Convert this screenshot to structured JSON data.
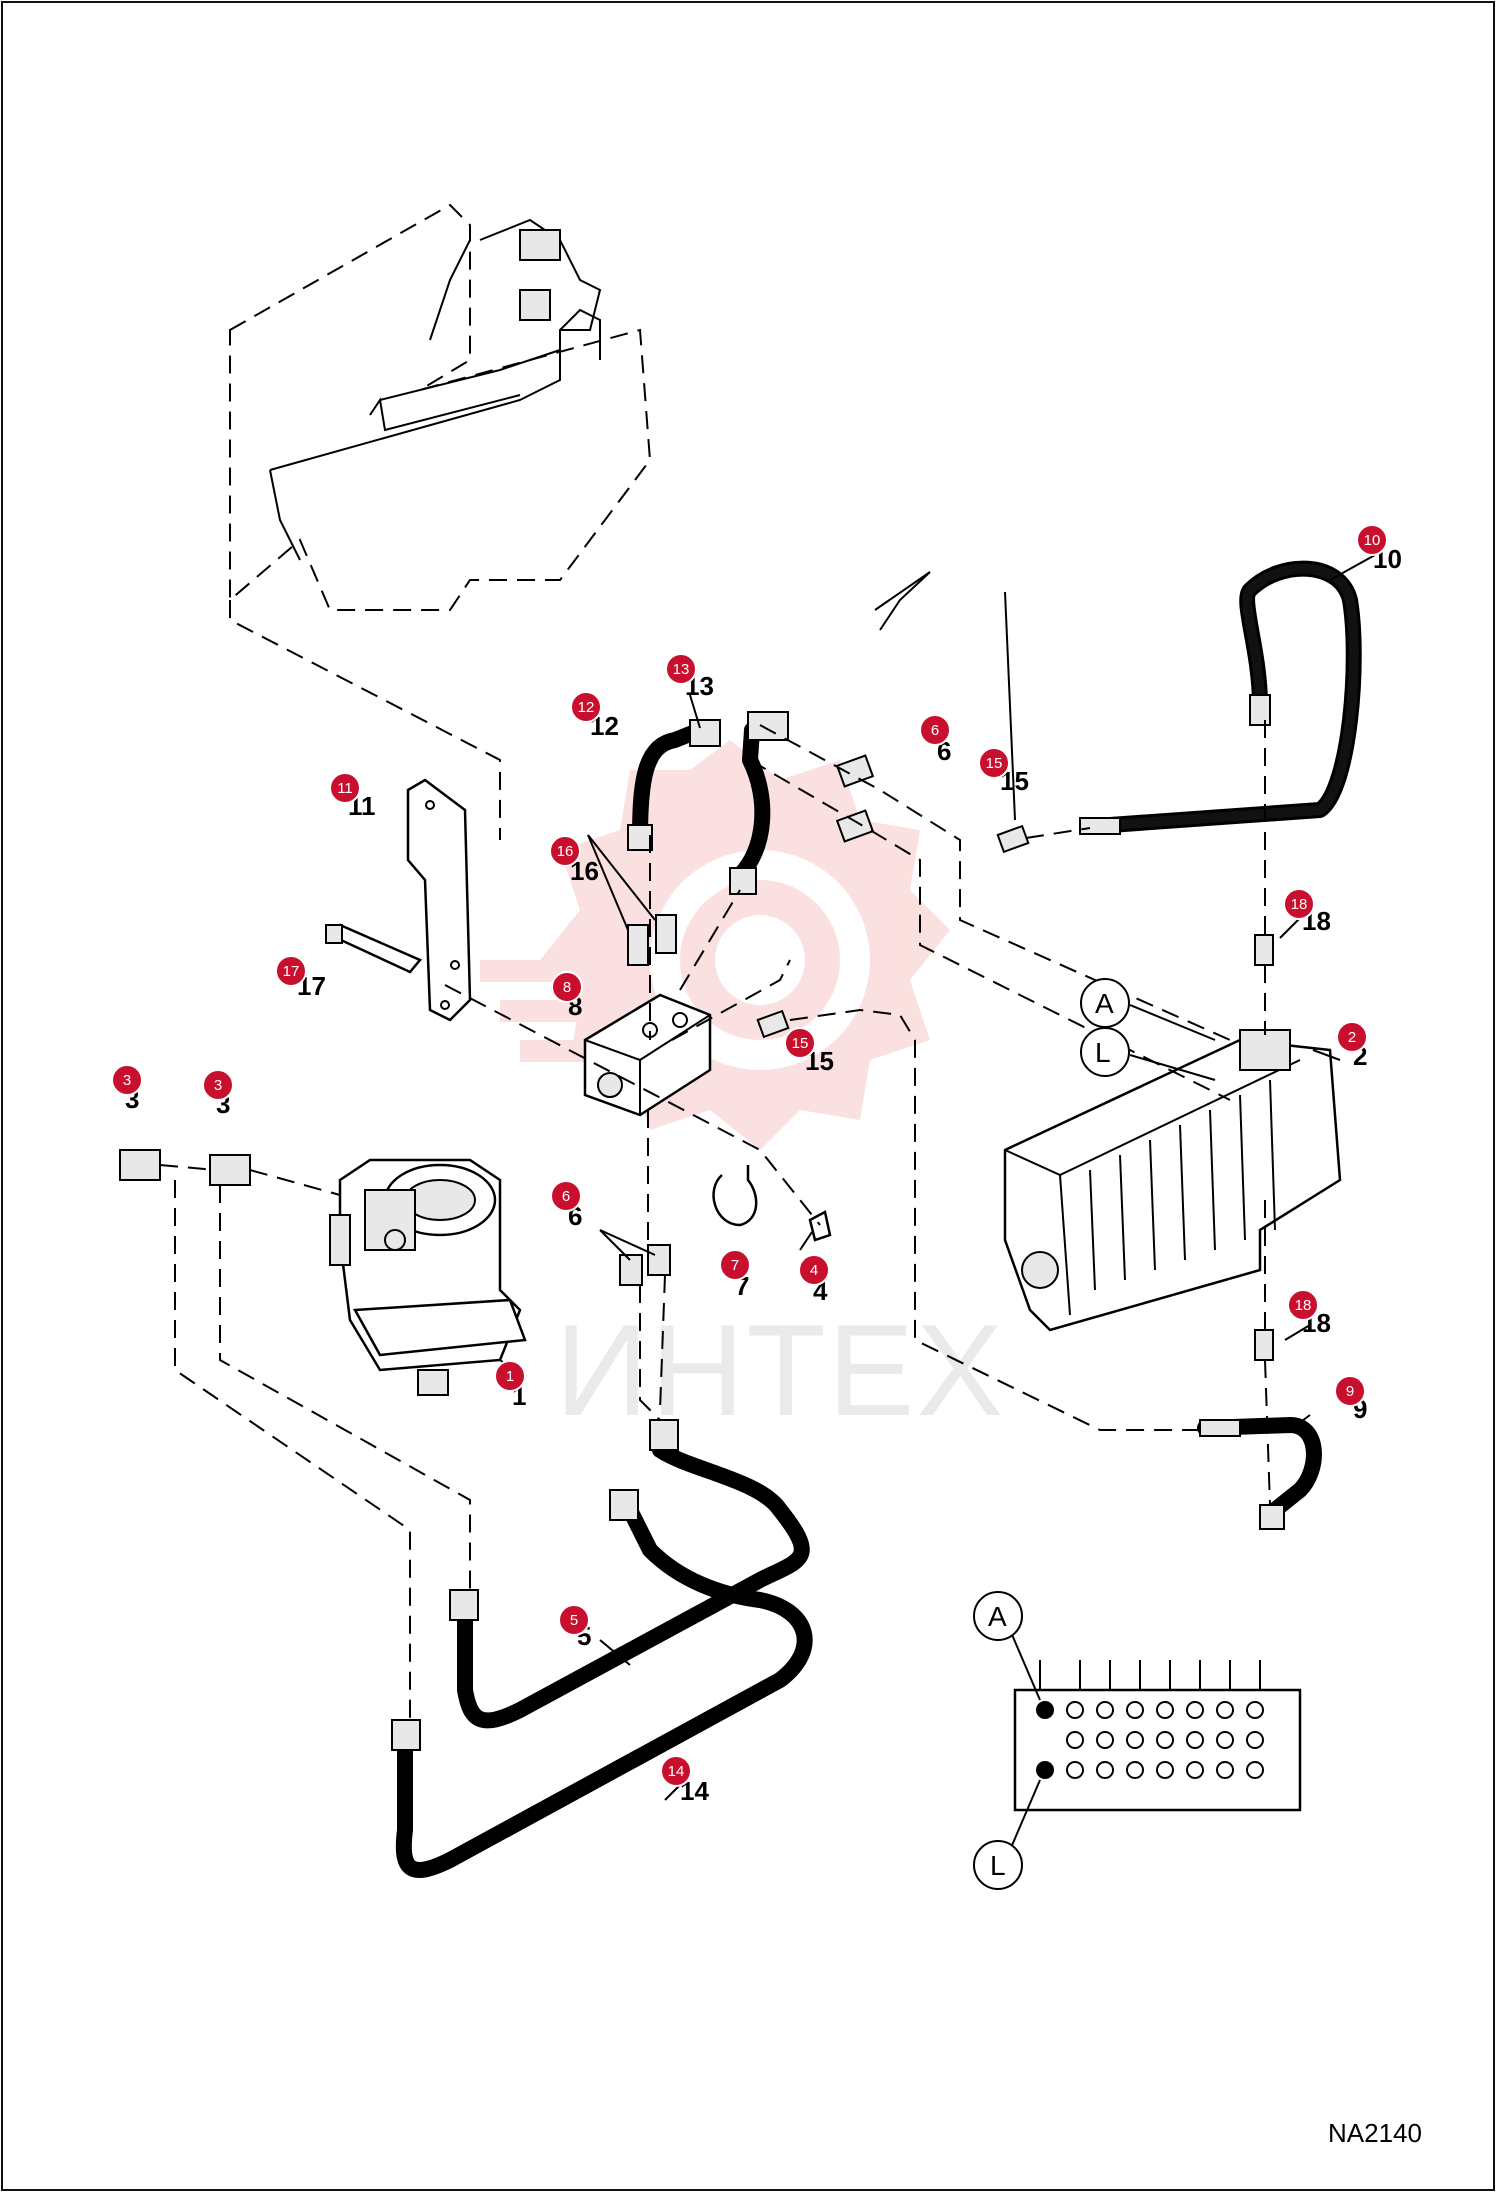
{
  "drawing_code": "NA2140",
  "watermark": {
    "text": "ИНТЕХ",
    "color": "#f4b7b7"
  },
  "colors": {
    "badge": "#c8102e",
    "line": "#000000",
    "background": "#ffffff"
  },
  "ports": [
    {
      "id": "port-a-main",
      "label": "A"
    },
    {
      "id": "port-l-main",
      "label": "L"
    },
    {
      "id": "port-a-inset",
      "label": "A"
    },
    {
      "id": "port-l-inset",
      "label": "L"
    }
  ],
  "callouts": [
    {
      "id": "c1",
      "badge": "1",
      "label": "1"
    },
    {
      "id": "c2",
      "badge": "2",
      "label": "2"
    },
    {
      "id": "c3a",
      "badge": "3",
      "label": "3"
    },
    {
      "id": "c3b",
      "badge": "3",
      "label": "3"
    },
    {
      "id": "c4",
      "badge": "4",
      "label": "4"
    },
    {
      "id": "c5",
      "badge": "5",
      "label": "5"
    },
    {
      "id": "c6a",
      "badge": "6",
      "label": "6"
    },
    {
      "id": "c6b",
      "badge": "6",
      "label": "6"
    },
    {
      "id": "c7",
      "badge": "7",
      "label": "7"
    },
    {
      "id": "c8",
      "badge": "8",
      "label": "8"
    },
    {
      "id": "c9",
      "badge": "9",
      "label": "9"
    },
    {
      "id": "c10",
      "badge": "10",
      "label": "10"
    },
    {
      "id": "c11",
      "badge": "11",
      "label": "11"
    },
    {
      "id": "c12",
      "badge": "12",
      "label": "12"
    },
    {
      "id": "c13",
      "badge": "13",
      "label": "13"
    },
    {
      "id": "c14",
      "badge": "14",
      "label": "14"
    },
    {
      "id": "c15a",
      "badge": "15",
      "label": "15"
    },
    {
      "id": "c15b",
      "badge": "15",
      "label": "15"
    },
    {
      "id": "c16",
      "badge": "16",
      "label": "16"
    },
    {
      "id": "c17",
      "badge": "17",
      "label": "17"
    },
    {
      "id": "c18a",
      "badge": "18",
      "label": "18"
    },
    {
      "id": "c18b",
      "badge": "18",
      "label": "18"
    }
  ]
}
